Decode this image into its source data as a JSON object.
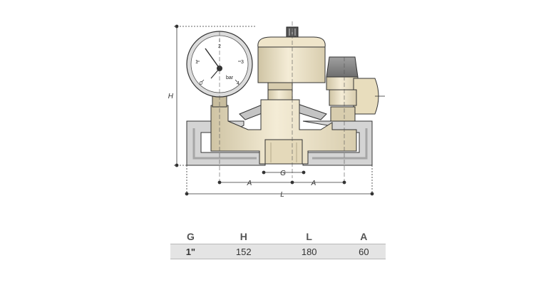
{
  "diagram": {
    "dimension_labels": {
      "height": "H",
      "g": "G",
      "a_left": "A",
      "a_right": "A",
      "length": "L"
    },
    "gauge": {
      "unit": "bar",
      "scale": [
        "0",
        "1",
        "2",
        "3",
        "4"
      ]
    }
  },
  "table": {
    "headers": [
      "G",
      "H",
      "L",
      "A"
    ],
    "rows": [
      [
        "1\"",
        "152",
        "180",
        "60"
      ]
    ]
  },
  "colors": {
    "brass": "#ede2c4",
    "insulation": "#d4d4d4",
    "gauge_face": "#ffffff",
    "valve_cap": "#8a8a8a",
    "table_row": "#e4e4e4"
  }
}
